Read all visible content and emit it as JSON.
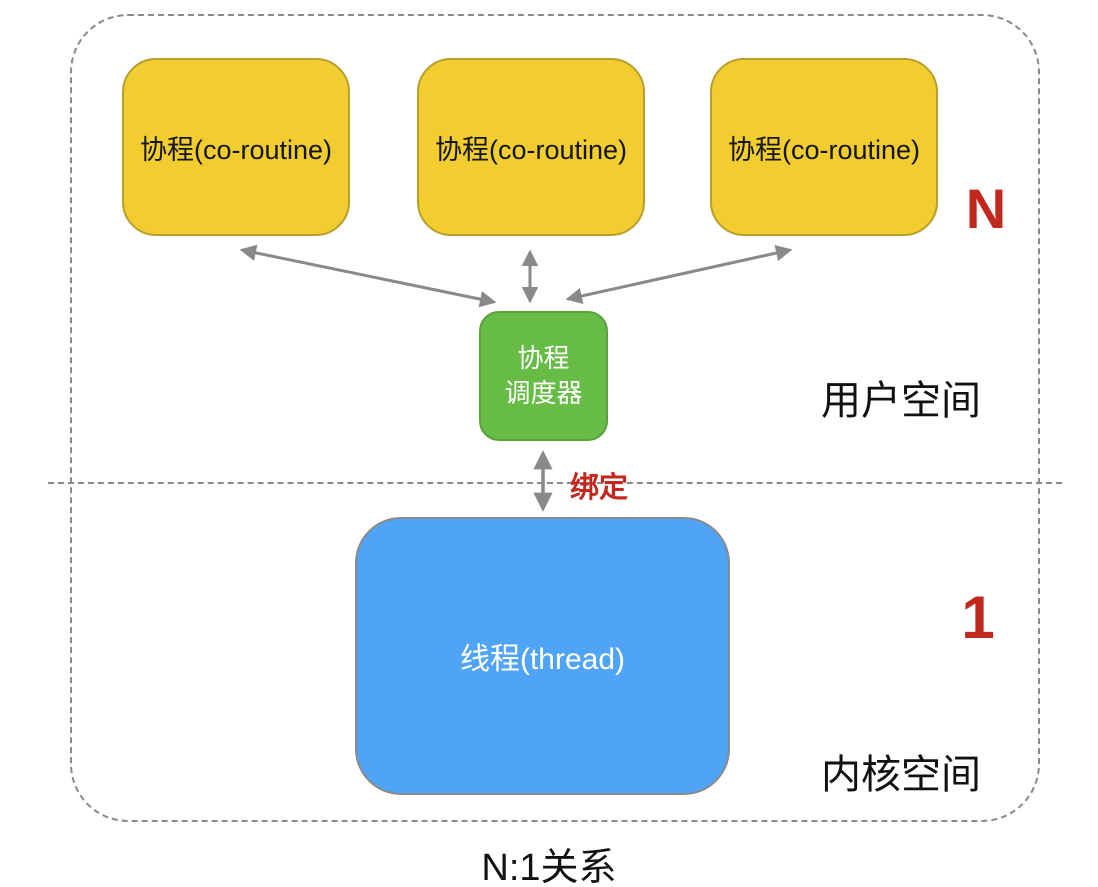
{
  "diagram": {
    "coroutine_boxes": [
      {
        "label": "协程(co-routine)"
      },
      {
        "label": "协程(co-routine)"
      },
      {
        "label": "协程(co-routine)"
      }
    ],
    "n_label": "N",
    "scheduler": {
      "label": "协程\n调度器"
    },
    "user_space_label": "用户空间",
    "binding_label": "绑定",
    "thread_box": {
      "label": "线程(thread)"
    },
    "one_label": "1",
    "kernel_space_label": "内核空间",
    "caption": "N:1关系",
    "colors": {
      "coroutine_fill": "#F1CD30",
      "scheduler_fill": "#67BC46",
      "thread_fill": "#4FA4F6",
      "accent_red": "#C2281D",
      "arrow_gray": "#898989",
      "boundary_gray": "#8a8a8a"
    }
  }
}
